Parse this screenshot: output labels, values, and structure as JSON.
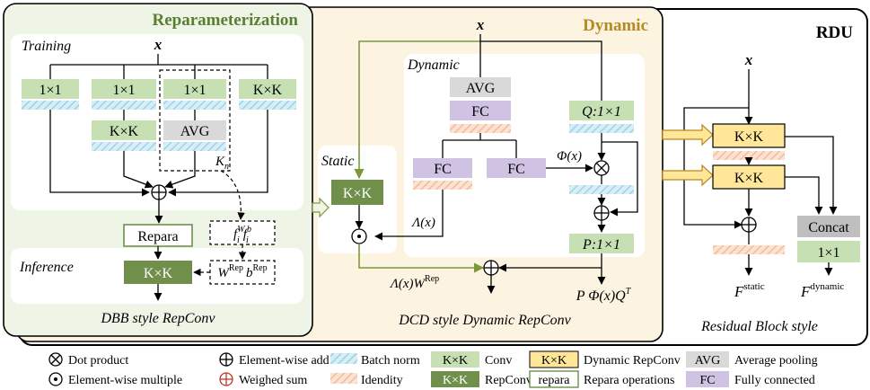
{
  "panels": {
    "reparam_title": "Reparameterization",
    "dynamic_title": "Dynamic",
    "rdu_title": "RDU"
  },
  "section_labels": {
    "training": "Training",
    "inference": "Inference",
    "static": "Static",
    "dynamic_inner": "Dynamic"
  },
  "blocks": {
    "conv1x1": "1×1",
    "convkxk": "K×K",
    "avg": "AVG",
    "fc": "FC",
    "repara": "Repara",
    "q_conv": "Q:1×1",
    "p_conv": "P:1×1",
    "concat": "Concat"
  },
  "math": {
    "x": "x",
    "k_label": "K",
    "k_sub": "n",
    "phi": "Φ(x)",
    "lambda": "Λ(x)",
    "f": "f",
    "f_sub": "i",
    "f_sup_w": "W",
    "f_sup_b": "b",
    "w": "W",
    "b": "b",
    "rep_sup": "Rep",
    "lambda_w": "Λ(x)W",
    "p_phi_q": "P Φ(x)Q",
    "t_sup": "T",
    "F": "F",
    "static_sup": "static",
    "dynamic_sup": "dynamic"
  },
  "captions": {
    "dbb": "DBB style RepConv",
    "dcd": "DCD style Dynamic RepConv",
    "residual": "Residual Block style"
  },
  "legend": {
    "dot_product": "Dot product",
    "elementwise_multiple": "Element-wise multiple",
    "elementwise_add": "Element-wise add",
    "weighed_sum": "Weighed sum",
    "batch_norm": "Batch norm",
    "identity": "Idendity",
    "conv_swatch": "K×K",
    "conv": "Conv",
    "repconv_swatch": "K×K",
    "repconv": "RepConv",
    "dyn_swatch": "K×K",
    "dyn_repconv": "Dynamic RepConv",
    "repara_swatch": "repara",
    "repara_ops": "Repara operations",
    "avg_swatch": "AVG",
    "avg_pooling": "Average pooling",
    "fc_swatch": "FC",
    "fully_connected": "Fully connected"
  },
  "colors": {
    "conv": "#c6e0b4",
    "repconv": "#6f8f4a",
    "dynamic_conv": "#ffe699",
    "avg": "#d9d9d9",
    "fc": "#cfc2e2",
    "batch_norm": "#bfe3ef",
    "identity": "#f8cbad",
    "reparam_bg": "#eef5e6",
    "dynamic_bg": "#fdf3e1",
    "reparam_title": "#5a7f33",
    "dynamic_title": "#b58a1f",
    "weighed_sum": "#c0392b"
  }
}
